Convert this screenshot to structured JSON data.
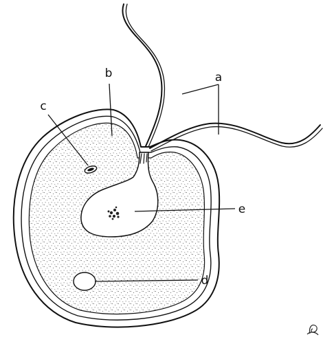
{
  "labels": {
    "a": "a",
    "b": "b",
    "c": "c",
    "d": "d",
    "e": "e"
  }
}
